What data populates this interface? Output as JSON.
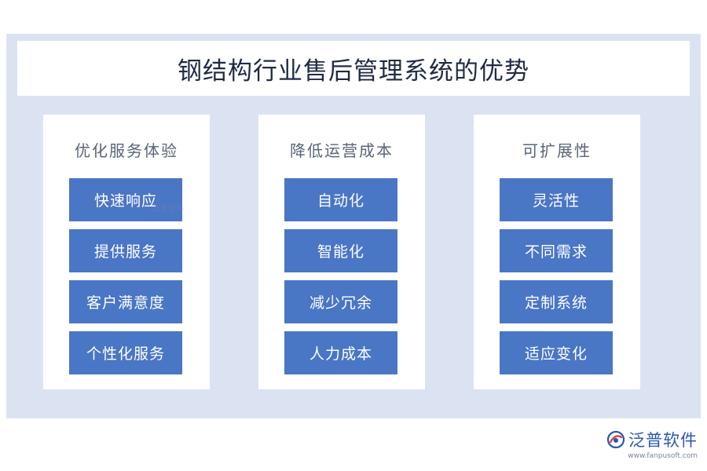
{
  "title": "钢结构行业售后管理系统的优势",
  "columns": [
    {
      "heading": "优化服务体验",
      "items": [
        "快速响应",
        "提供服务",
        "客户满意度",
        "个性化服务"
      ]
    },
    {
      "heading": "降低运营成本",
      "items": [
        "自动化",
        "智能化",
        "减少冗余",
        "人力成本"
      ]
    },
    {
      "heading": "可扩展性",
      "items": [
        "灵活性",
        "不同需求",
        "定制系统",
        "适应变化"
      ]
    }
  ],
  "watermark": "泛普软件",
  "logo": {
    "name": "泛普软件",
    "url": "www.fanpusoft.com",
    "icon": "fanpu-logo-icon"
  },
  "colors": {
    "panel_background": "#dbe3f3",
    "item_fill": "#4a76c6",
    "title_text": "#1f2a44",
    "heading_text": "#5a6478",
    "brand": "#2a57b0"
  }
}
